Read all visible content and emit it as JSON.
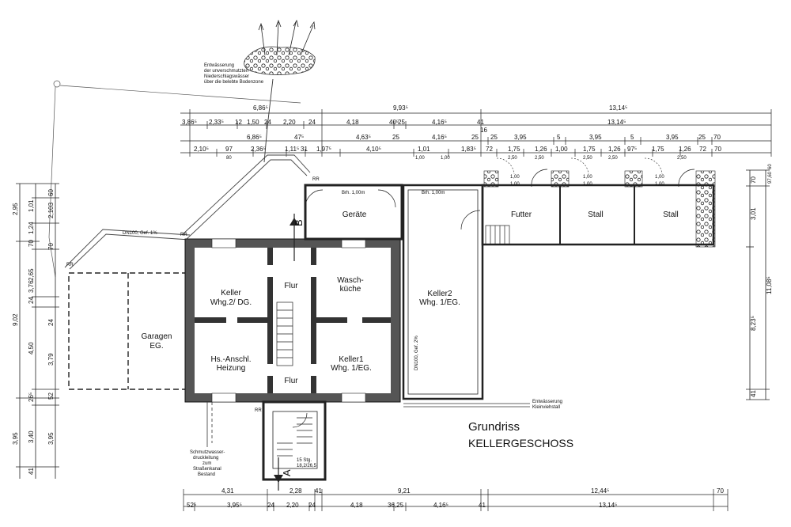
{
  "title": {
    "line1": "Grundriss",
    "line2": "KELLERGESCHOSS"
  },
  "rooms": {
    "geraete": "Geräte",
    "futter": "Futter",
    "stall_1": "Stall",
    "stall_2": "Stall",
    "flur_top": "Flur",
    "flur_bottom": "Flur",
    "keller_dg_1": "Keller",
    "keller_dg_2": "Whg.2/ DG.",
    "wasch_1": "Wasch-",
    "wasch_2": "küche",
    "keller2_1": "Keller2",
    "keller2_2": "Whg. 1/EG.",
    "hs_1": "Hs.-Anschl.",
    "hs_2": "Heizung",
    "keller1_1": "Keller1",
    "keller1_2": "Whg. 1/EG.",
    "garagen_1": "Garagen",
    "garagen_2": "EG."
  },
  "notes": {
    "entwaesserung_top_1": "Entwässerung",
    "entwaesserung_top_2": "der unverschmutzten",
    "entwaesserung_top_3": "Niederschlagswässer",
    "entwaesserung_top_4": "über die belebte Bodenzone",
    "schmutz_1": "Schmutzwasser-",
    "schmutz_2": "druckleitung",
    "schmutz_3": "zum",
    "schmutz_4": "Straßenkanal",
    "schmutz_5": "Bestand",
    "kleinvieh_1": "Entwässerung",
    "kleinvieh_2": "Kleinviehstall",
    "dn100_1": "DN100, Gef. 1%",
    "dn100_2": "DN100, Gef. 2%",
    "brh_1": "Brh. 1,00m",
    "brh_2": "Brh. 1,00m",
    "rr_1": "RR",
    "rr_2": "RR",
    "rr_3": "RR",
    "rr_4": "RR",
    "section_b": "B",
    "section_a": "A",
    "stair_1": "15 Stg.",
    "stair_2": "18,2/26,5"
  },
  "dimensions": {
    "top_row1": [
      "6,86⁵",
      "9,93⁵",
      "13,14⁵"
    ],
    "top_row2": [
      "3,86⁵",
      "2,33⁵",
      "12",
      "1,50",
      "24",
      "2,20",
      "24",
      "4,18",
      "40⁵",
      "25",
      "4,16⁵",
      "41",
      "13,14⁵"
    ],
    "top_row3": [
      "6,86⁵",
      "47⁵",
      "4,63⁵",
      "25",
      "4,16⁵",
      "25",
      "16",
      "25",
      "3,95",
      "5",
      "3,95",
      "5",
      "3,95",
      "25",
      "70"
    ],
    "top_row4": [
      "2,10⁵",
      "97",
      "2,36⁵",
      "1,11⁵",
      "31",
      "1,97⁵",
      "4,10⁵",
      "1,01",
      "1,83⁵",
      "72",
      "1,75",
      "1,26",
      "1,00",
      "1,75",
      "1,26",
      "97⁵",
      "1,75",
      "1,26",
      "72",
      "70"
    ],
    "top_row4_sub": [
      "80",
      "1,00",
      "1,00",
      "2,50",
      "2,50",
      "2,50",
      "2,50",
      "2,50"
    ],
    "window_a": [
      "1,00",
      "1,00"
    ],
    "window_b": [
      "1,00",
      "1,00"
    ],
    "window_c": [
      "1,00",
      "1,00"
    ],
    "left_col1": [
      "2,95",
      "3,76",
      "9,02",
      "3,95"
    ],
    "left_col2": [
      "1,01",
      "1,24",
      "70",
      "2,65",
      "24",
      "4,50",
      "26⁵",
      "3,40",
      "41"
    ],
    "left_col3": [
      "60",
      "2,103",
      "70",
      "24",
      "3,79",
      "52",
      "3,95"
    ],
    "right_col": [
      "70",
      "3,01",
      "11,08⁵",
      "8,23⁵",
      "41"
    ],
    "right_col_small": [
      "97,60",
      "60"
    ],
    "bottom_row1": [
      "4,31",
      "2,28",
      "41",
      "9,21",
      "12,44⁵",
      "70"
    ],
    "bottom_row2": [
      "52⁵",
      "3,95⁵",
      "24",
      "2,20",
      "24",
      "4,18",
      "36,25",
      "4,16⁵",
      "41",
      "13,14⁵"
    ]
  }
}
